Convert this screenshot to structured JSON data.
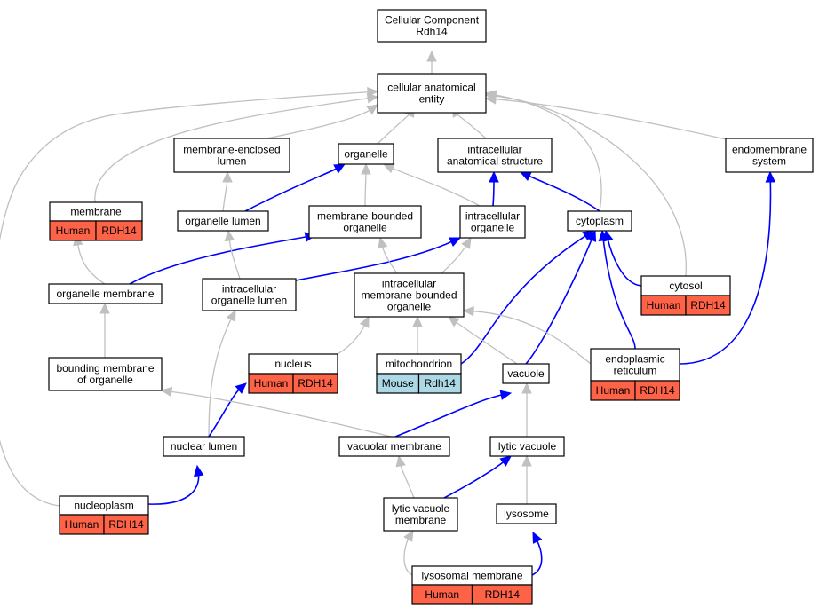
{
  "colors": {
    "gray_edge": "#c0c0c0",
    "blue_edge": "#0000ff",
    "human_fill": "#ff6347",
    "mouse_fill": "#add8e6"
  },
  "nodes": {
    "root": [
      "Cellular Component",
      "Rdh14"
    ],
    "cae": [
      "cellular anatomical",
      "entity"
    ],
    "mel": [
      "membrane-enclosed",
      "lumen"
    ],
    "organelle": [
      "organelle"
    ],
    "ias": [
      "intracellular",
      "anatomical structure"
    ],
    "endo": [
      "endomembrane",
      "system"
    ],
    "membrane": [
      "membrane"
    ],
    "orglumen": [
      "organelle lumen"
    ],
    "mbo": [
      "membrane-bounded",
      "organelle"
    ],
    "io": [
      "intracellular",
      "organelle"
    ],
    "cytoplasm": [
      "cytoplasm"
    ],
    "orgmem": [
      "organelle membrane"
    ],
    "iol": [
      "intracellular",
      "organelle lumen"
    ],
    "imbo": [
      "intracellular",
      "membrane-bounded",
      "organelle"
    ],
    "cytosol": [
      "cytosol"
    ],
    "bmo": [
      "bounding membrane",
      "of organelle"
    ],
    "nucleus": [
      "nucleus"
    ],
    "mito": [
      "mitochondrion"
    ],
    "vacuole": [
      "vacuole"
    ],
    "er": [
      "endoplasmic",
      "reticulum"
    ],
    "nuclumen": [
      "nuclear lumen"
    ],
    "vacmem": [
      "vacuolar membrane"
    ],
    "lytvac": [
      "lytic vacuole"
    ],
    "nucleoplasm": [
      "nucleoplasm"
    ],
    "lvm": [
      "lytic vacuole",
      "membrane"
    ],
    "lysosome": [
      "lysosome"
    ],
    "lysmem": [
      "lysosomal membrane"
    ]
  },
  "annotations": {
    "membrane": [
      "Human",
      "RDH14"
    ],
    "cytosol": [
      "Human",
      "RDH14"
    ],
    "nucleus": [
      "Human",
      "RDH14"
    ],
    "mito": [
      "Mouse",
      "Rdh14"
    ],
    "er": [
      "Human",
      "RDH14"
    ],
    "nucleoplasm": [
      "Human",
      "RDH14"
    ],
    "lysmem": [
      "Human",
      "RDH14"
    ]
  },
  "annotation_species_colors": {
    "Human": "#ff6347",
    "Mouse": "#add8e6"
  },
  "edges": [
    {
      "from": "cae",
      "to": "root",
      "kind": "gray"
    },
    {
      "from": "membrane",
      "to": "cae",
      "kind": "gray"
    },
    {
      "from": "mel",
      "to": "cae",
      "kind": "gray"
    },
    {
      "from": "organelle",
      "to": "cae",
      "kind": "gray"
    },
    {
      "from": "ias",
      "to": "cae",
      "kind": "gray"
    },
    {
      "from": "endo",
      "to": "cae",
      "kind": "gray"
    },
    {
      "from": "cytoplasm",
      "to": "cae",
      "kind": "gray"
    },
    {
      "from": "cytosol",
      "to": "cae",
      "kind": "gray"
    },
    {
      "from": "nucleoplasm",
      "to": "cae",
      "kind": "gray"
    },
    {
      "from": "orglumen",
      "to": "mel",
      "kind": "gray"
    },
    {
      "from": "orglumen",
      "to": "organelle",
      "kind": "blue"
    },
    {
      "from": "mbo",
      "to": "organelle",
      "kind": "gray"
    },
    {
      "from": "io",
      "to": "organelle",
      "kind": "gray"
    },
    {
      "from": "io",
      "to": "ias",
      "kind": "blue"
    },
    {
      "from": "cytoplasm",
      "to": "ias",
      "kind": "blue"
    },
    {
      "from": "orgmem",
      "to": "membrane",
      "kind": "gray"
    },
    {
      "from": "orgmem",
      "to": "mbo",
      "kind": "blue"
    },
    {
      "from": "iol",
      "to": "orglumen",
      "kind": "gray"
    },
    {
      "from": "iol",
      "to": "io",
      "kind": "blue"
    },
    {
      "from": "imbo",
      "to": "mbo",
      "kind": "gray"
    },
    {
      "from": "imbo",
      "to": "io",
      "kind": "gray"
    },
    {
      "from": "cytosol",
      "to": "cytoplasm",
      "kind": "blue"
    },
    {
      "from": "bmo",
      "to": "orgmem",
      "kind": "gray"
    },
    {
      "from": "nucleus",
      "to": "imbo",
      "kind": "gray"
    },
    {
      "from": "mito",
      "to": "imbo",
      "kind": "gray"
    },
    {
      "from": "mito",
      "to": "cytoplasm",
      "kind": "blue"
    },
    {
      "from": "vacuole",
      "to": "imbo",
      "kind": "gray"
    },
    {
      "from": "vacuole",
      "to": "cytoplasm",
      "kind": "blue"
    },
    {
      "from": "er",
      "to": "imbo",
      "kind": "gray"
    },
    {
      "from": "er",
      "to": "cytoplasm",
      "kind": "blue"
    },
    {
      "from": "er",
      "to": "endo",
      "kind": "blue"
    },
    {
      "from": "nuclumen",
      "to": "iol",
      "kind": "gray"
    },
    {
      "from": "nuclumen",
      "to": "nucleus",
      "kind": "blue"
    },
    {
      "from": "vacmem",
      "to": "bmo",
      "kind": "gray"
    },
    {
      "from": "vacmem",
      "to": "vacuole",
      "kind": "blue"
    },
    {
      "from": "lytvac",
      "to": "vacuole",
      "kind": "gray"
    },
    {
      "from": "nucleoplasm",
      "to": "nuclumen",
      "kind": "blue"
    },
    {
      "from": "lvm",
      "to": "vacmem",
      "kind": "gray"
    },
    {
      "from": "lvm",
      "to": "lytvac",
      "kind": "blue"
    },
    {
      "from": "lysosome",
      "to": "lytvac",
      "kind": "gray"
    },
    {
      "from": "lysmem",
      "to": "lvm",
      "kind": "gray"
    },
    {
      "from": "lysmem",
      "to": "lysosome",
      "kind": "blue"
    }
  ]
}
